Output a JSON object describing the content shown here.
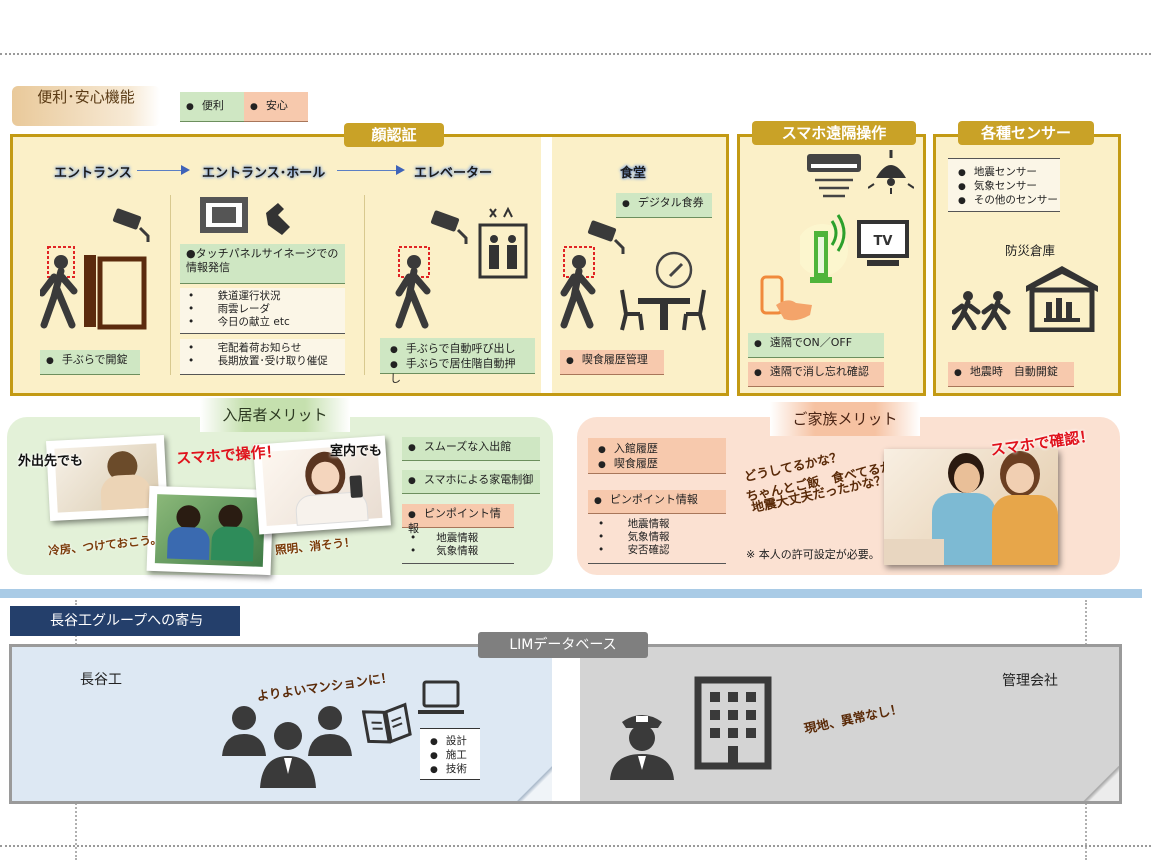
{
  "header_tag": "便利･安心機能",
  "legend": {
    "convenience": "便利",
    "safety": "安心"
  },
  "face": {
    "title": "顔認証",
    "stages": [
      "エントランス",
      "エントランス･ホール",
      "エレベーター",
      "食堂"
    ],
    "entrance_tag": "手ぶらで開錠",
    "signage_tag": "●タッチパネルサイネージでの情報発信",
    "signage_items": [
      "鉄道運行状況",
      "雨雲レーダ",
      "今日の献立 etc"
    ],
    "delivery_items": [
      "宅配着荷お知らせ",
      "長期放置･受け取り催促"
    ],
    "elevator_items": [
      "手ぶらで自動呼び出し",
      "手ぶらで居住階自動押し"
    ],
    "digital_meal": "デジタル食券",
    "meal_history": "喫食履歴管理"
  },
  "remote": {
    "title": "スマホ遠隔操作",
    "tag1": "遠隔でON／OFF",
    "tag2": "遠隔で消し忘れ確認",
    "tv_label": "TV"
  },
  "sensors": {
    "title": "各種センサー",
    "items": [
      "地震センサー",
      "気象センサー",
      "その他のセンサー"
    ],
    "warehouse": "防災倉庫",
    "tag": "地震時　自動開錠"
  },
  "resident": {
    "title": "入居者メリット",
    "outside": "外出先でも",
    "indoor": "室内でも",
    "smartphone_op": "スマホで操作！",
    "ac": "冷房、つけておこう。",
    "light": "照明、消そう！",
    "tag1": "スムーズな入出館",
    "tag2": "スマホによる家電制御",
    "tag3": "ピンポイント情報",
    "tag3_items": [
      "地震情報",
      "気象情報"
    ]
  },
  "family": {
    "title": "ご家族メリット",
    "history_items": [
      "入館履歴",
      "喫食履歴"
    ],
    "pinpoint": "ピンポイント情報",
    "pinpoint_items": [
      "地震情報",
      "気象情報",
      "安否確認"
    ],
    "q1": "どうしてるかな？",
    "q2": "ちゃんとご飯　食べてるかな？",
    "q3": "地震大丈夫だったかな？",
    "check": "スマホで確認！",
    "note": "※ 本人の許可設定が必要。"
  },
  "group": {
    "title": "長谷工グループへの寄与",
    "db": "LIMデータベース",
    "haseko": "長谷工",
    "better": "よりよいマンションに！",
    "items": [
      "設計",
      "施工",
      "技術"
    ],
    "mgmt": "管理会社",
    "ok": "現地、異常なし！"
  },
  "colors": {
    "gold": "#c39a14",
    "green": "#cfe7c3",
    "pink": "#f7c9ad",
    "navy": "#243f6b",
    "red": "#e0121c"
  }
}
